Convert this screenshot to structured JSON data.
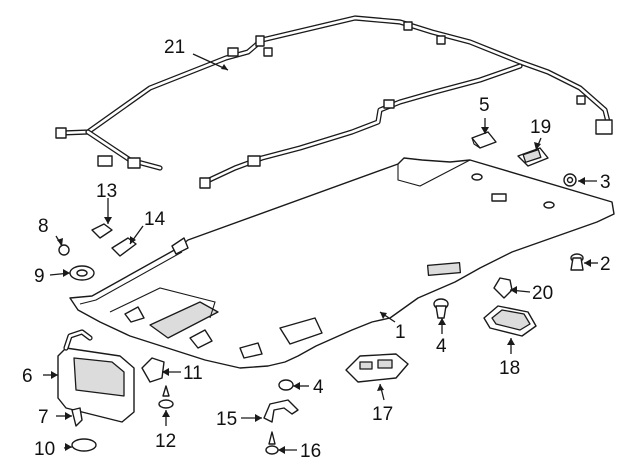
{
  "diagram": {
    "type": "parts-exploded-view",
    "line_color": "#1a1a1a",
    "shade_color": "#dcdcdc",
    "callouts": [
      {
        "id": "1",
        "label": "1"
      },
      {
        "id": "2",
        "label": "2"
      },
      {
        "id": "3",
        "label": "3"
      },
      {
        "id": "4a",
        "label": "4"
      },
      {
        "id": "4b",
        "label": "4"
      },
      {
        "id": "5",
        "label": "5"
      },
      {
        "id": "6",
        "label": "6"
      },
      {
        "id": "7",
        "label": "7"
      },
      {
        "id": "8",
        "label": "8"
      },
      {
        "id": "9",
        "label": "9"
      },
      {
        "id": "10",
        "label": "10"
      },
      {
        "id": "11",
        "label": "11"
      },
      {
        "id": "12",
        "label": "12"
      },
      {
        "id": "13",
        "label": "13"
      },
      {
        "id": "14",
        "label": "14"
      },
      {
        "id": "15",
        "label": "15"
      },
      {
        "id": "16",
        "label": "16"
      },
      {
        "id": "17",
        "label": "17"
      },
      {
        "id": "18",
        "label": "18"
      },
      {
        "id": "19",
        "label": "19"
      },
      {
        "id": "20",
        "label": "20"
      },
      {
        "id": "21",
        "label": "21"
      }
    ]
  }
}
